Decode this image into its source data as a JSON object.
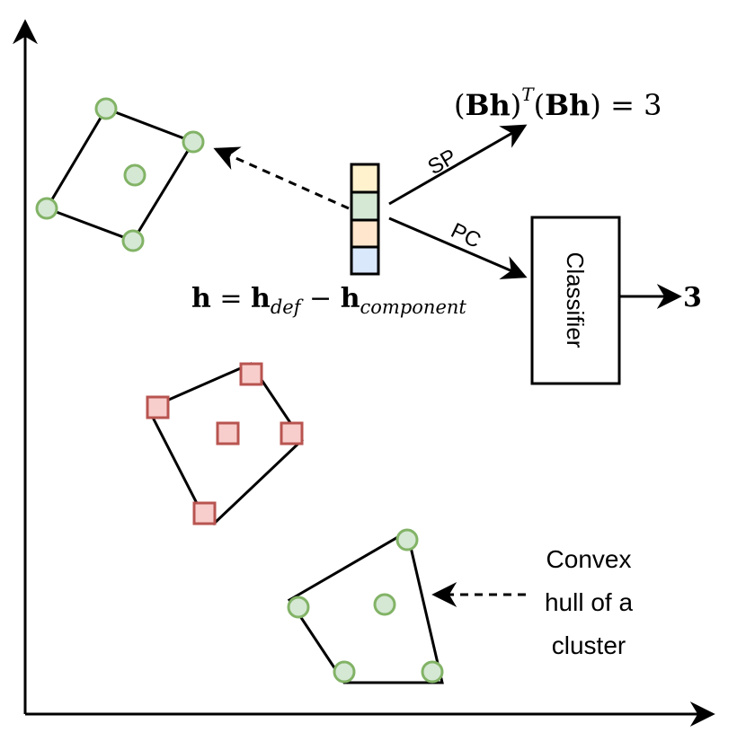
{
  "formula_sp": {
    "open": "(",
    "bh1": "Bh",
    "close": ")",
    "sup": "T",
    "rest_open": "(",
    "bh2": "Bh",
    "rest_close": ") = 3"
  },
  "formula_h": {
    "h": "h",
    "eq": " = ",
    "h_def": "h",
    "sub_def": "def",
    "minus": " − ",
    "h_comp": "h",
    "sub_comp": "component"
  },
  "edge_labels": {
    "sp": "SP",
    "pc": "PC"
  },
  "classifier": {
    "label": "Classifier",
    "output": "3"
  },
  "annotation": {
    "line1": "Convex",
    "line2": "hull of a",
    "line3": "cluster"
  },
  "colors": {
    "green_fill": "#d5e8d4",
    "green_stroke": "#82b366",
    "red_fill": "#f8cecc",
    "red_stroke": "#b85450",
    "yellow": "#fff2cc",
    "orange": "#ffe6cc",
    "blue": "#dae8fc"
  }
}
